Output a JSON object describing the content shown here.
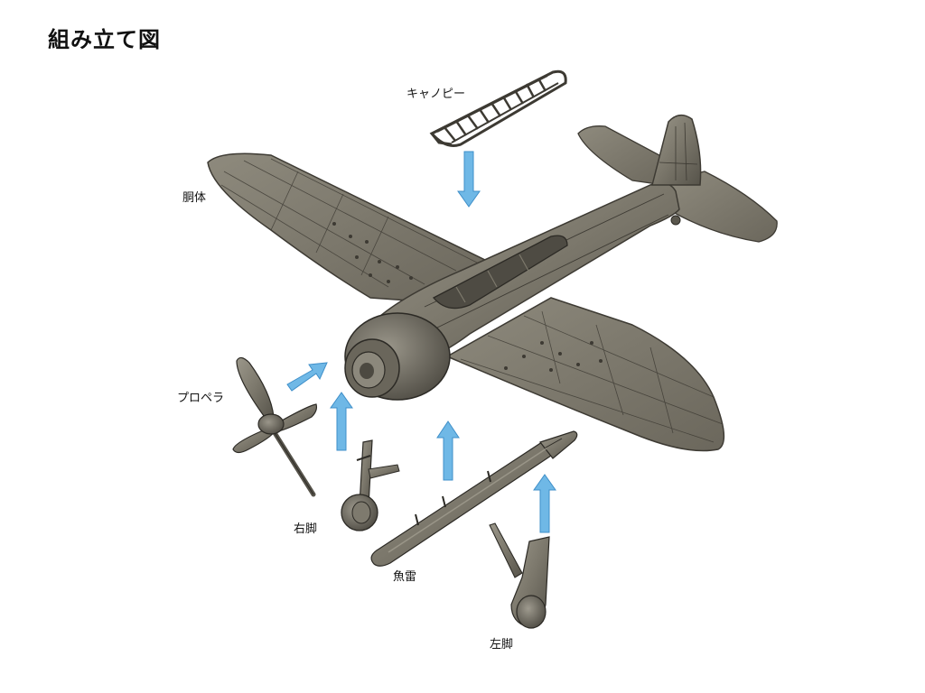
{
  "title": "組み立て図",
  "parts": {
    "canopy": "キャノピー",
    "fuselage": "胴体",
    "propeller": "プロペラ",
    "right_leg": "右脚",
    "torpedo": "魚雷",
    "left_leg": "左脚"
  },
  "colors": {
    "arrow": "#6fb8e6",
    "arrow_stroke": "#3f8fc9",
    "metal": "#7b776b",
    "metal_dark": "#3d3a33",
    "metal_light": "#a7a395"
  }
}
